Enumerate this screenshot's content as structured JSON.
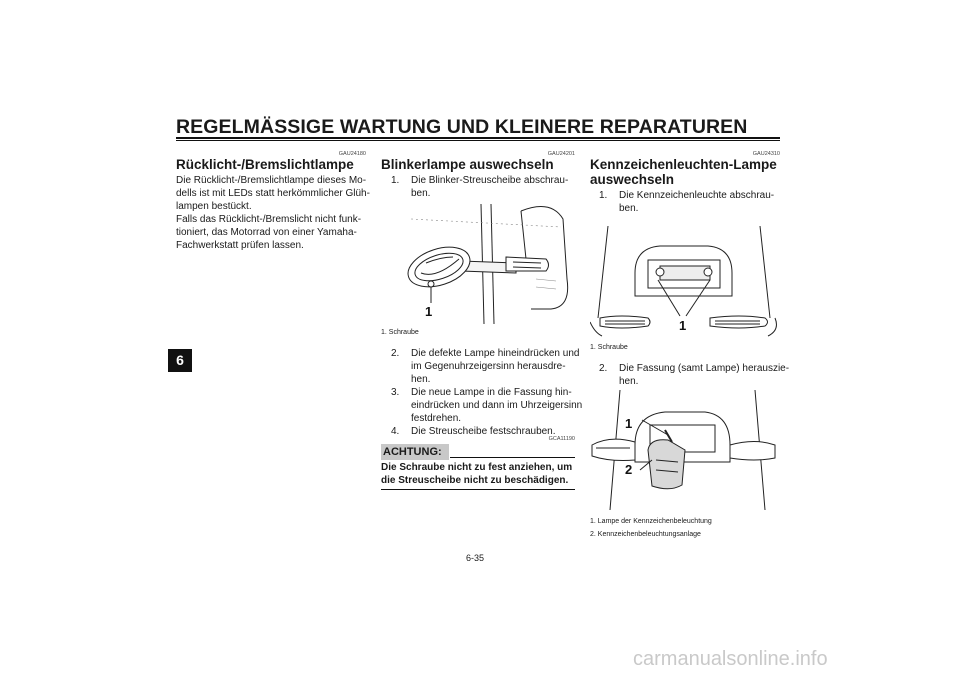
{
  "header": {
    "title": "REGELMÄSSIGE WARTUNG UND KLEINERE REPARATUREN"
  },
  "chapter_tab": "6",
  "page_number": "6-35",
  "watermark": "carmanualsonline.info",
  "left": {
    "code": "GAU24180",
    "heading": "Rücklicht-/Bremslichtlampe",
    "lines": [
      "Die Rücklicht-/Bremslichtlampe dieses Mo-",
      "dells ist mit LEDs statt herkömmlicher Glüh-",
      "lampen bestückt.",
      "Falls das Rücklicht-/Bremslicht nicht funk-",
      "tioniert, das Motorrad von einer Yamaha-",
      "Fachwerkstatt prüfen lassen."
    ]
  },
  "middle": {
    "code": "GAU24201",
    "heading": "Blinkerlampe auswechseln",
    "steps": [
      {
        "num": "1.",
        "lines": [
          "Die Blinker-Streuscheibe abschrau-",
          "ben."
        ]
      },
      {
        "num": "2.",
        "lines": [
          "Die defekte Lampe hineindrücken und",
          "im Gegenuhrzeigersinn herausdre-",
          "hen."
        ]
      },
      {
        "num": "3.",
        "lines": [
          "Die neue Lampe in die Fassung hin-",
          "eindrücken und dann im Uhrzeigersinn",
          "festdrehen."
        ]
      },
      {
        "num": "4.",
        "lines": [
          "Die Streuscheibe festschrauben."
        ]
      }
    ],
    "figure_label": "1",
    "caption": "1. Schraube",
    "caution_code": "GCA11190",
    "caution_label": "ACHTUNG:",
    "caution_lines": [
      "Die Schraube nicht zu fest anziehen, um",
      "die Streuscheibe nicht zu beschädigen."
    ]
  },
  "right": {
    "code": "GAU24310",
    "heading_lines": [
      "Kennzeichenleuchten-Lampe",
      "auswechseln"
    ],
    "steps": [
      {
        "num": "1.",
        "lines": [
          "Die Kennzeichenleuchte abschrau-",
          "ben."
        ]
      },
      {
        "num": "2.",
        "lines": [
          "Die Fassung (samt Lampe) herauszie-",
          "hen."
        ]
      }
    ],
    "figure1_label": "1",
    "caption1": "1. Schraube",
    "figure2_labels": [
      "1",
      "2"
    ],
    "caption2": [
      "1. Lampe der Kennzeichenbeleuchtung",
      "2. Kennzeichenbeleuchtungsanlage"
    ]
  }
}
